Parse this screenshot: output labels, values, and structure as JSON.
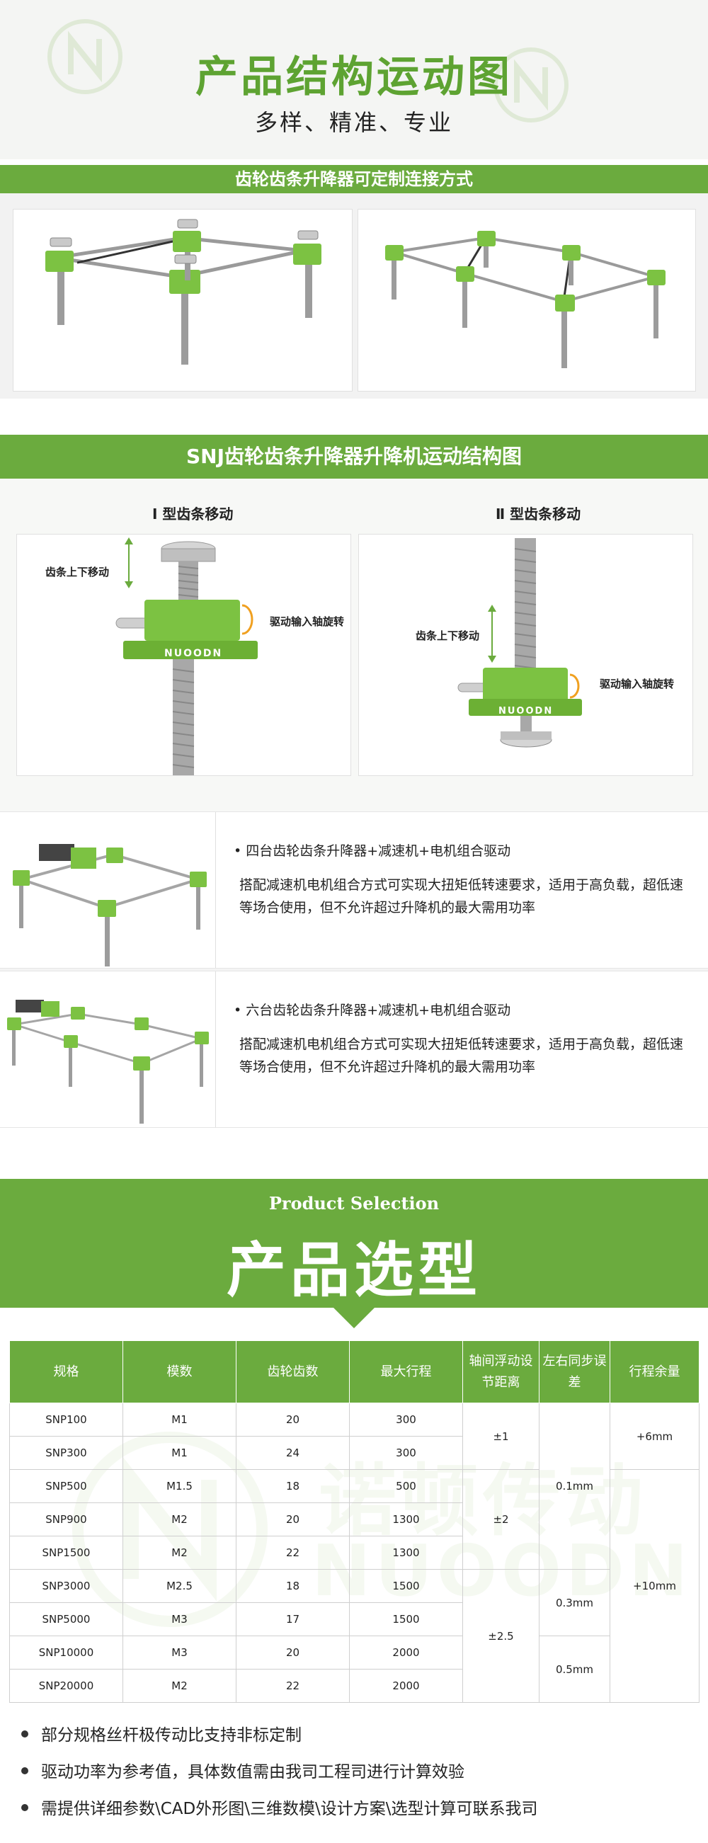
{
  "hero": {
    "title": "产品结构运动图",
    "subtitle": "多样、精准、专业"
  },
  "section1": {
    "bar_title": "齿轮齿条升降器可定制连接方式"
  },
  "section2": {
    "bar_title": "SNJ齿轮齿条升降器升降机运动结构图",
    "diagram1": {
      "title": "Ⅰ 型齿条移动",
      "label_rack": "齿条上下移动",
      "label_input": "驱动输入轴旋转",
      "brand": "NUOODN"
    },
    "diagram2": {
      "title": "Ⅱ 型齿条移动",
      "label_rack": "齿条上下移动",
      "label_input": "驱动输入轴旋转",
      "brand": "NUOODN"
    }
  },
  "section3": {
    "items": [
      {
        "heading": "• 四台齿轮齿条升降器+减速机+电机组合驱动",
        "desc": "搭配减速机电机组合方式可实现大扭矩低转速要求，适用于高负载，超低速等场合使用，但不允许超过升降机的最大需用功率"
      },
      {
        "heading": "• 六台齿轮齿条升降器+减速机+电机组合驱动",
        "desc": "搭配减速机电机组合方式可实现大扭矩低转速要求，适用于高负载，超低速等场合使用，但不允许超过升降机的最大需用功率"
      }
    ]
  },
  "selection": {
    "en_title": "Product Selection",
    "zh_title": "产品选型"
  },
  "table": {
    "headers": [
      "规格",
      "模数",
      "齿轮齿数",
      "最大行程",
      "轴间浮动设节距离",
      "左右同步误差",
      "行程余量"
    ],
    "rows": [
      [
        "SNP100",
        "M1",
        "20",
        "300"
      ],
      [
        "SNP300",
        "M1",
        "24",
        "300"
      ],
      [
        "SNP500",
        "M1.5",
        "18",
        "500"
      ],
      [
        "SNP900",
        "M2",
        "20",
        "1300"
      ],
      [
        "SNP1500",
        "M2",
        "22",
        "1300"
      ],
      [
        "SNP3000",
        "M2.5",
        "18",
        "1500"
      ],
      [
        "SNP5000",
        "M3",
        "17",
        "1500"
      ],
      [
        "SNP10000",
        "M3",
        "20",
        "2000"
      ],
      [
        "SNP20000",
        "M2",
        "22",
        "2000"
      ]
    ],
    "float": [
      "±1",
      "±2",
      "±2.5"
    ],
    "sync": [
      "0.1mm",
      "0.3mm",
      "0.5mm"
    ],
    "margin": [
      "+6mm",
      "+10mm"
    ]
  },
  "notes": [
    "部分规格丝杆极传动比支持非标定制",
    "驱动功率为参考值，具体数值需由我司工程司进行计算效验",
    "需提供详细参数\\CAD外形图\\三维数模\\设计方案\\选型计算可联系我司"
  ],
  "watermark": {
    "brand_zh": "诺顿传动",
    "brand_en": "NUOODN"
  },
  "colors": {
    "accent": "#6bab3e",
    "title_green": "#5ea332",
    "jack_green": "#7cc242"
  }
}
